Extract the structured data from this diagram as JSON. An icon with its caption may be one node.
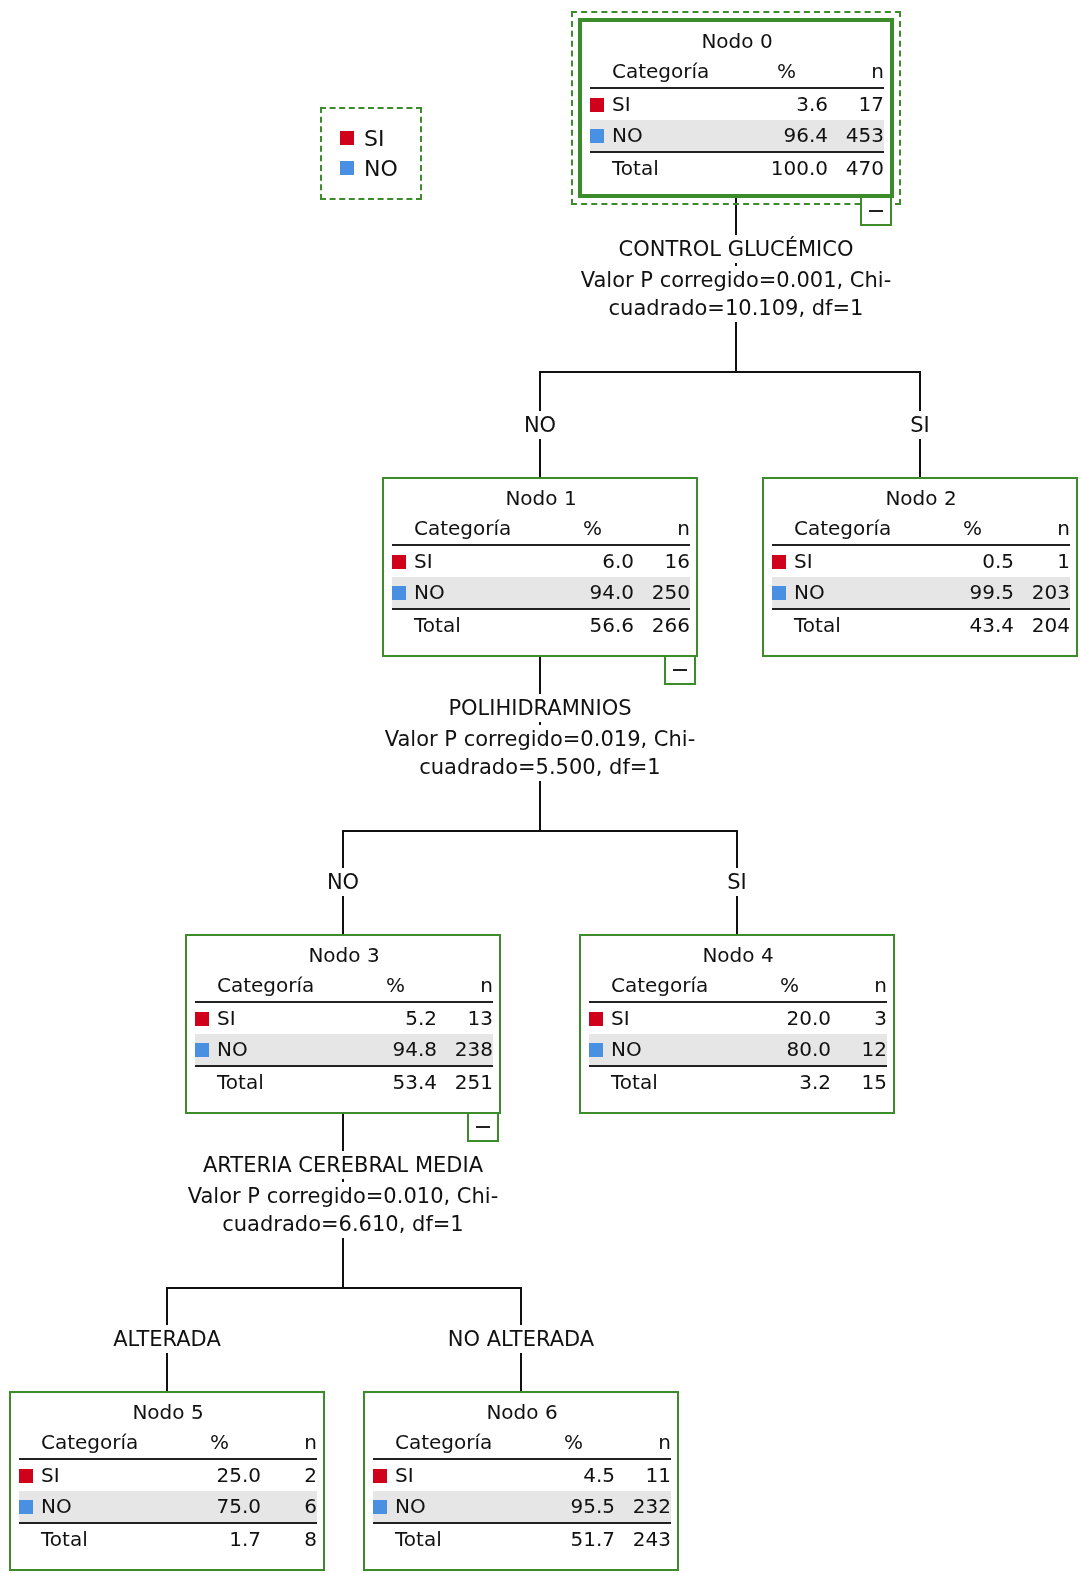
{
  "diagram": {
    "nodes": [
      {
        "text": [
          "Nodo 0",
          "Categoría",
          "%",
          "n",
          "SI",
          "3.6",
          "17",
          "NO",
          "96.4",
          "453",
          "Total",
          "100.0",
          "470"
        ],
        "beside": [
          "CONTROL GLUCÉMICO",
          "Valor P corregido=0.001, Chi-cuadrado=10.109, df=1"
        ]
      },
      {
        "text": [
          "Nodo 1",
          "Categoría",
          "%",
          "n",
          "SI",
          "6.0",
          "16",
          "NO",
          "94.0",
          "250",
          "Total",
          "56.6",
          "266"
        ],
        "beside": [
          "POLIHIDRAMNIOS",
          "Valor P corregido=0.019, Chi-cuadrado=5.500, df=1"
        ]
      },
      {
        "text": [
          "Nodo 2",
          "Categoría",
          "%",
          "n",
          "SI",
          "0.5",
          "1",
          "NO",
          "99.5",
          "203",
          "Total",
          "43.4",
          "204"
        ]
      },
      {
        "text": [
          "Nodo 3",
          "Categoría",
          "%",
          "n",
          "SI",
          "5.2",
          "13",
          "NO",
          "94.8",
          "238",
          "Total",
          "53.4",
          "251"
        ],
        "beside": [
          "ARTERIA CEREBRAL MEDIA",
          "Valor P corregido=0.010, Chi-cuadrado=6.610, df=1"
        ]
      },
      {
        "text": [
          "Nodo 4",
          "Categoría",
          "%",
          "n",
          "SI",
          "20.0",
          "3",
          "NO",
          "80.0",
          "12",
          "Total",
          "3.2",
          "15"
        ]
      },
      {
        "text": [
          "Nodo 5",
          "Categoría",
          "%",
          "n",
          "SI",
          "25.0",
          "2",
          "NO",
          "75.0",
          "6",
          "Total",
          "1.7",
          "8"
        ]
      },
      {
        "text": [
          "Nodo 6",
          "Categoría",
          "%",
          "n",
          "SI",
          "4.5",
          "11",
          "NO",
          "95.5",
          "232",
          "Total",
          "51.7",
          "243"
        ]
      }
    ],
    "edges": [
      {
        "from": 0,
        "to": 1,
        "arrow": "none",
        "label": "NO"
      },
      {
        "from": 0,
        "to": 2,
        "arrow": "none",
        "label": "SI"
      },
      {
        "from": 1,
        "to": 3,
        "arrow": "none",
        "label": "NO"
      },
      {
        "from": 1,
        "to": 4,
        "arrow": "none",
        "label": "SI"
      },
      {
        "from": 3,
        "to": 5,
        "arrow": "none",
        "label": "ALTERADA"
      },
      {
        "from": 3,
        "to": 6,
        "arrow": "none",
        "label": "NO ALTERADA"
      }
    ],
    "legend": [
      {
        "text": "SI",
        "color": "#d0021b"
      },
      {
        "text": "NO",
        "color": "#4a90e2"
      }
    ]
  }
}
